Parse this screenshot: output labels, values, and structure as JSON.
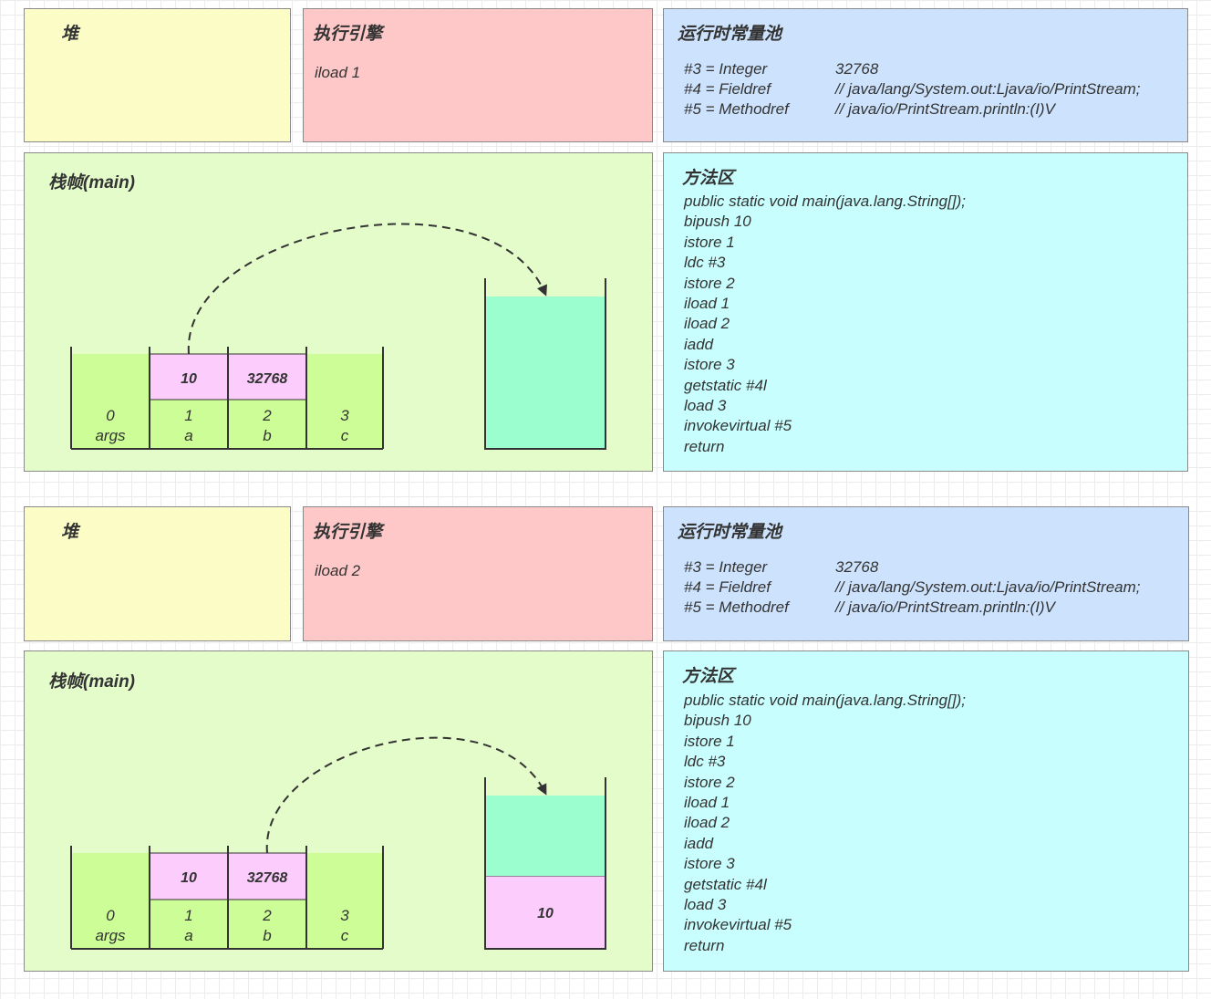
{
  "panels": [
    {
      "heap_title": "堆",
      "engine_title": "执行引擎",
      "engine_instruction": "iload 1",
      "pool_title": "运行时常量池",
      "pool_entries": [
        {
          "key": "#3 = Integer",
          "value": "32768"
        },
        {
          "key": "#4 = Fieldref",
          "value": "// java/lang/System.out:Ljava/io/PrintStream;"
        },
        {
          "key": "#5 = Methodref",
          "value": "// java/io/PrintStream.println:(I)V"
        }
      ],
      "frame_title": "栈帧(main)",
      "slots": [
        {
          "index": "0",
          "name": "args",
          "value": ""
        },
        {
          "index": "1",
          "name": "a",
          "value": "10"
        },
        {
          "index": "2",
          "name": "b",
          "value": "32768"
        },
        {
          "index": "3",
          "name": "c",
          "value": ""
        }
      ],
      "arrow_from_slot": 1,
      "operand_stack": [],
      "method_title": "方法区",
      "code": [
        "public static void main(java.lang.String[]);",
        "bipush 10",
        "istore 1",
        "ldc #3",
        "istore 2",
        "iload 1",
        "iload 2",
        "iadd",
        "istore 3",
        "getstatic #4l",
        "load 3",
        "invokevirtual #5",
        "return"
      ]
    },
    {
      "heap_title": "堆",
      "engine_title": "执行引擎",
      "engine_instruction": "iload 2",
      "pool_title": "运行时常量池",
      "pool_entries": [
        {
          "key": "#3 = Integer",
          "value": "32768"
        },
        {
          "key": "#4 = Fieldref",
          "value": "// java/lang/System.out:Ljava/io/PrintStream;"
        },
        {
          "key": "#5 = Methodref",
          "value": "// java/io/PrintStream.println:(I)V"
        }
      ],
      "frame_title": "栈帧(main)",
      "slots": [
        {
          "index": "0",
          "name": "args",
          "value": ""
        },
        {
          "index": "1",
          "name": "a",
          "value": "10"
        },
        {
          "index": "2",
          "name": "b",
          "value": "32768"
        },
        {
          "index": "3",
          "name": "c",
          "value": ""
        }
      ],
      "arrow_from_slot": 2,
      "operand_stack": [
        "10"
      ],
      "method_title": "方法区",
      "code": [
        "public static void main(java.lang.String[]);",
        "bipush 10",
        "istore 1",
        "ldc #3",
        "istore 2",
        "iload 1",
        "iload 2",
        "iadd",
        "istore 3",
        "getstatic #4l",
        "load 3",
        "invokevirtual #5",
        "return"
      ]
    }
  ],
  "colors": {
    "slot_empty": "#ccfd96",
    "slot_value": "#fcccfd",
    "stack_fill": "#9afecf",
    "stack_value": "#fcccfd",
    "line": "#333333"
  }
}
